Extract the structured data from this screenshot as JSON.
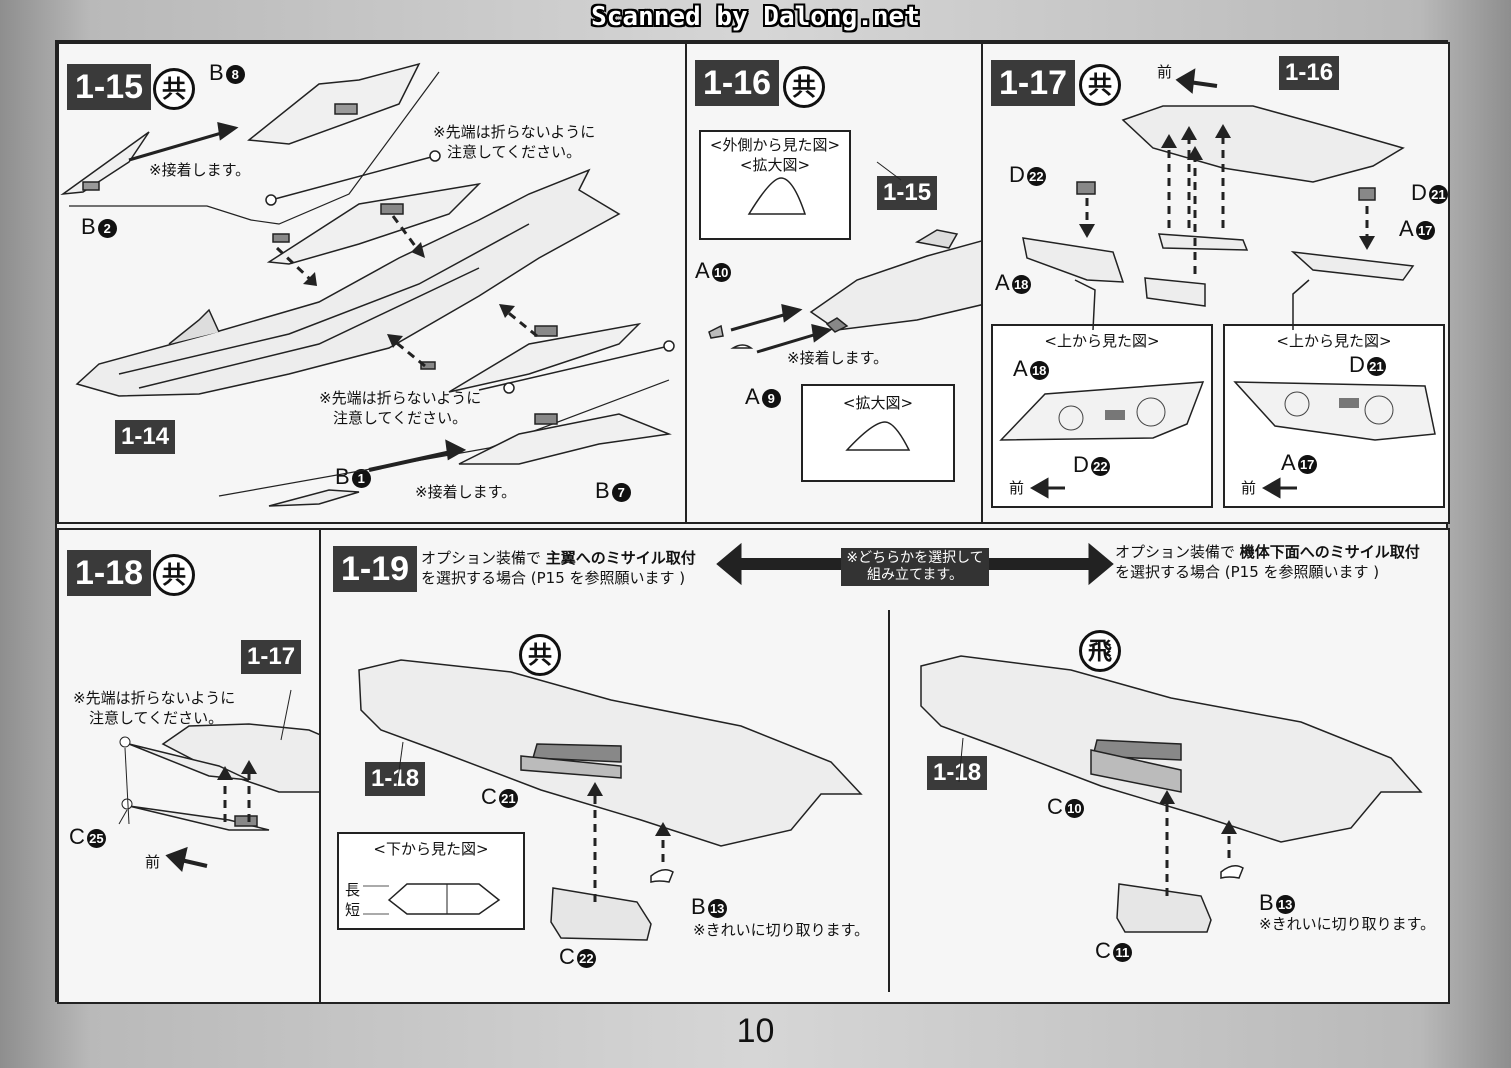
{
  "scanner_text": "Scanned by Dalong.net",
  "page_number": "10",
  "symbols": {
    "common": "共",
    "flight": "飛",
    "front": "前"
  },
  "step_1_15": {
    "badge": "1-15",
    "parts": [
      "B",
      "B",
      "B",
      "B"
    ],
    "part_nums": [
      "8",
      "2",
      "1",
      "7"
    ],
    "note_glue_1": "※接着します。",
    "note_tip_1": [
      "※先端は折らないように",
      "注意してください。"
    ],
    "note_tip_2": [
      "※先端は折らないように",
      "注意してください。"
    ],
    "note_glue_2": "※接着します。",
    "ref_badge": "1-14"
  },
  "step_1_16": {
    "badge": "1-16",
    "box1_title": [
      "<外側から見た図>",
      "<拡大図>"
    ],
    "ref_badge": "1-15",
    "part_a10": {
      "letter": "A",
      "num": "10"
    },
    "part_a9": {
      "letter": "A",
      "num": "9"
    },
    "note_glue": "※接着します。",
    "box2_title": "<拡大図>"
  },
  "step_1_17": {
    "badge": "1-17",
    "ref_badge": "1-16",
    "parts": {
      "d22": "22",
      "d21": "21",
      "a18": "18",
      "a17": "17"
    },
    "top_view_title": "<上から見た図>"
  },
  "step_1_18": {
    "badge": "1-18",
    "ref_badge": "1-17",
    "note_tip": [
      "※先端は折らないように",
      "注意してください。"
    ],
    "part_c25": "25"
  },
  "step_1_19": {
    "badge": "1-19",
    "left_option": {
      "pre": "オプション装備で ",
      "bold": "主翼へのミサイル取付",
      "line2": "を選択する場合 (P15 を参照願います )"
    },
    "choose": [
      "※どちらかを選択して",
      "組み立てます。"
    ],
    "right_option": {
      "pre": "オプション装備で ",
      "bold": "機体下面へのミサイル取付",
      "line2": "を選択する場合 (P15 を参照願います )"
    },
    "ref_badge": "1-18",
    "bottom_view_title": "<下から見た図>",
    "long": "長",
    "short": "短",
    "left_parts": {
      "c21": "21",
      "c22": "22",
      "b13": "13"
    },
    "right_parts": {
      "c10": "10",
      "c11": "11",
      "b13": "13"
    },
    "note_cut": "※きれいに切り取ります。"
  }
}
